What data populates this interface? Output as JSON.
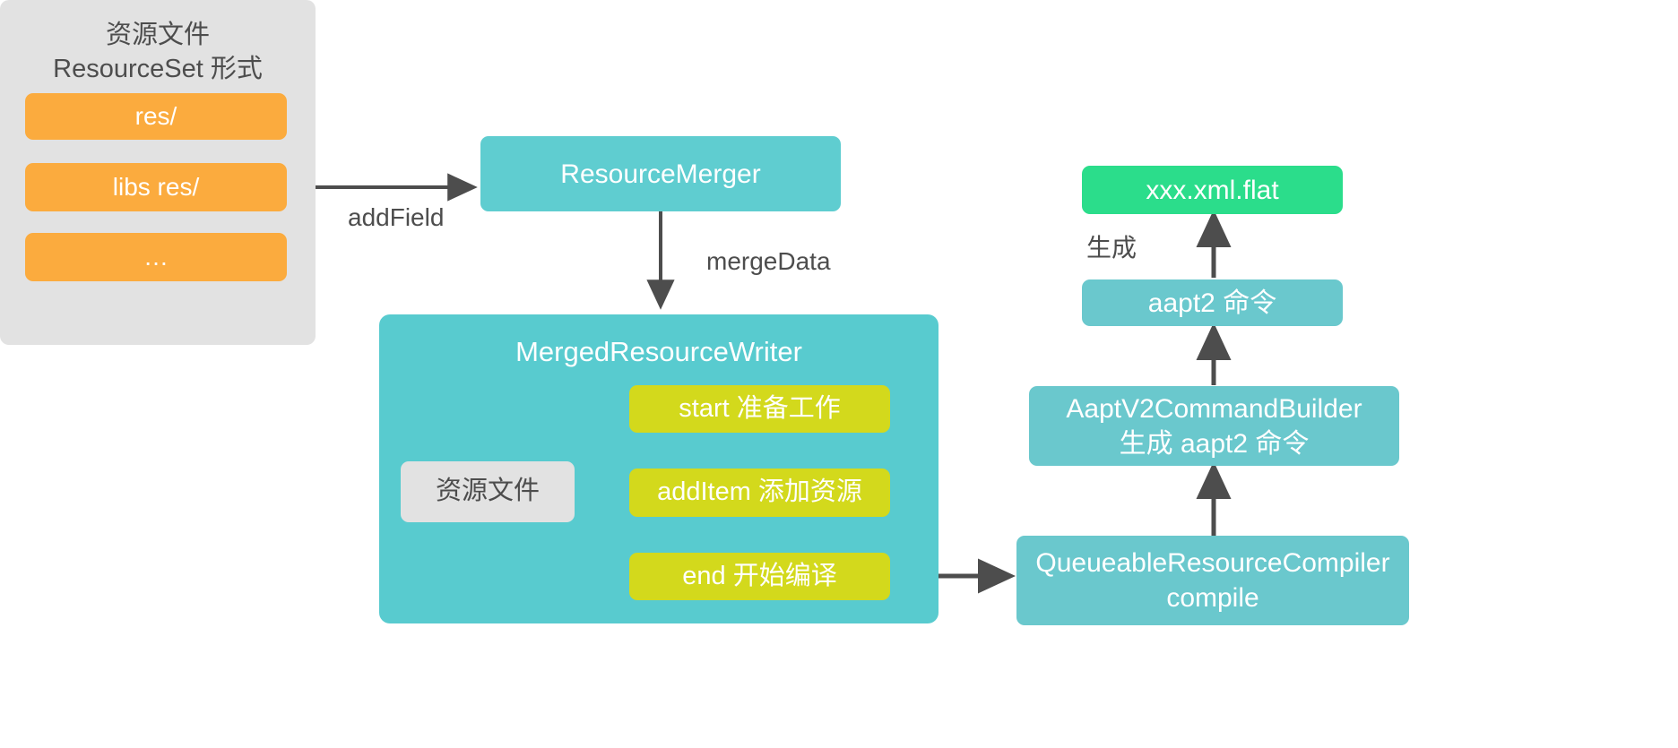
{
  "diagram": {
    "title_hidden": "",
    "colors": {
      "gray_panel": "#e2e2e2",
      "orange": "#fbab3e",
      "teal": "#5fcdd0",
      "teal_panel": "#58cbcf",
      "yellow": "#d3d91c",
      "green": "#2bdd8b",
      "arrow": "#4d4d4d",
      "text_dark": "#4d4d4d",
      "text_light": "#ffffff"
    },
    "resource_group": {
      "title": "资源文件\nResourceSet 形式",
      "chips": [
        {
          "label": "res/"
        },
        {
          "label": "libs res/"
        },
        {
          "label": "…"
        }
      ]
    },
    "resource_merger": {
      "label": "ResourceMerger"
    },
    "merged_writer": {
      "title": "MergedResourceWriter",
      "input_box": {
        "label": "资源文件"
      },
      "steps": [
        {
          "label": "start 准备工作"
        },
        {
          "label": "addItem 添加资源"
        },
        {
          "label": "end 开始编译"
        }
      ]
    },
    "right_column": {
      "output": {
        "label": "xxx.xml.flat"
      },
      "aapt2_command": {
        "label": "aapt2 命令"
      },
      "command_builder": {
        "label": "AaptV2CommandBuilder\n生成 aapt2 命令"
      },
      "compiler": {
        "label": "QueueableResourceCompiler\ncompile"
      }
    },
    "edge_labels": {
      "add_field": "addField",
      "merge_data": "mergeData",
      "generate": "生成"
    }
  }
}
